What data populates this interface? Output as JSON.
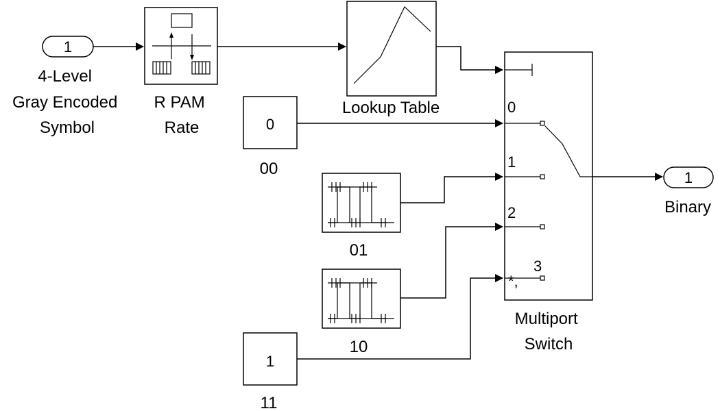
{
  "blocks": {
    "inport": {
      "number": "1",
      "label_lines": [
        "4-Level",
        "Gray Encoded",
        "Symbol"
      ]
    },
    "rate": {
      "label_lines": [
        "R PAM",
        "Rate"
      ]
    },
    "lookup": {
      "label": "Lookup Table"
    },
    "const_00": {
      "value": "0",
      "label": "00"
    },
    "seq_01": {
      "label": "01"
    },
    "seq_10": {
      "label": "10"
    },
    "const_11": {
      "value": "1",
      "label": "11"
    },
    "switch": {
      "label_lines": [
        "Multiport",
        "Switch"
      ],
      "ports": [
        "0",
        "1",
        "2",
        "3"
      ],
      "default_mark": "*,"
    },
    "outport": {
      "number": "1",
      "label": "Binary"
    }
  }
}
